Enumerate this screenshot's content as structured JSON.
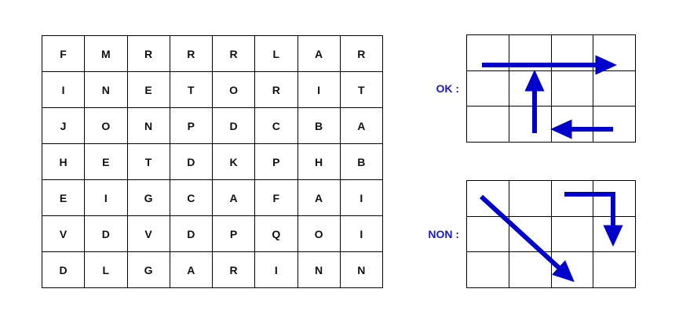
{
  "puzzle": {
    "type": "word-search-grid",
    "columns": 8,
    "rows": 7,
    "letter_color": "#111111",
    "line_color": "#000000",
    "grid": [
      [
        "F",
        "M",
        "R",
        "R",
        "R",
        "L",
        "A",
        "R"
      ],
      [
        "I",
        "N",
        "E",
        "T",
        "O",
        "R",
        "I",
        "T"
      ],
      [
        "J",
        "O",
        "N",
        "P",
        "D",
        "C",
        "B",
        "A"
      ],
      [
        "H",
        "E",
        "T",
        "D",
        "K",
        "P",
        "H",
        "B"
      ],
      [
        "E",
        "I",
        "G",
        "C",
        "A",
        "F",
        "A",
        "I"
      ],
      [
        "V",
        "D",
        "V",
        "D",
        "P",
        "Q",
        "O",
        "I"
      ],
      [
        "D",
        "L",
        "G",
        "A",
        "R",
        "I",
        "N",
        "N"
      ]
    ]
  },
  "examples": {
    "accent_color": "#1a1acc",
    "arrow_color": "#0000cc",
    "ok": {
      "label": "OK :",
      "grid": {
        "columns": 4,
        "rows": 3
      },
      "arrows": [
        {
          "name": "horizontal-right-arrow",
          "direction": "right",
          "from": [
            0.35,
            0.32
          ],
          "to": [
            3.45,
            0.32
          ]
        },
        {
          "name": "vertical-up-arrow",
          "direction": "up",
          "from": [
            1.6,
            2.72
          ],
          "to": [
            1.6,
            0.55
          ]
        },
        {
          "name": "horizontal-left-arrow",
          "direction": "left",
          "from": [
            3.45,
            2.62
          ],
          "to": [
            2.15,
            2.62
          ]
        }
      ]
    },
    "non": {
      "label": "NON :",
      "grid": {
        "columns": 4,
        "rows": 3
      },
      "arrows": [
        {
          "name": "diagonal-down-right-arrow",
          "direction": "diagonal",
          "from": [
            0.32,
            0.42
          ],
          "to": [
            2.45,
            2.72
          ]
        },
        {
          "name": "bent-right-down-arrow",
          "direction": "bent",
          "from": [
            2.2,
            0.35
          ],
          "to": [
            3.42,
            0.35
          ],
          "corner": [
            3.42,
            0.35
          ],
          "end": [
            3.42,
            1.72
          ]
        }
      ]
    }
  }
}
